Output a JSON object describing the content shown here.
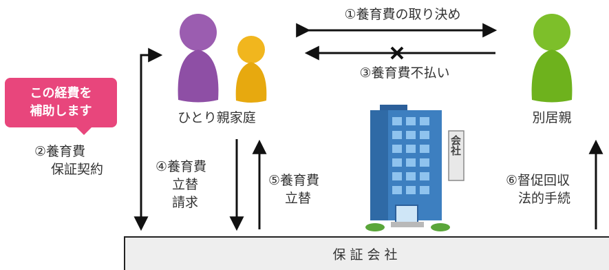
{
  "callout": {
    "line1": "この経費を",
    "line2": "補助します"
  },
  "parties": {
    "single_parent": "ひとり親家庭",
    "other_parent": "別居親",
    "guarantor": "保証会社"
  },
  "agreements": {
    "decide": "①養育費の取り決め",
    "nonpayment": "③養育費不払い"
  },
  "flows": {
    "contract": {
      "line1": "②養育費",
      "line2": "保証契約"
    },
    "request": {
      "line1": "④養育費",
      "line2": "立替",
      "line3": "請求"
    },
    "advance": {
      "line1": "⑤養育費",
      "line2": "立替"
    },
    "collection": {
      "line1": "⑥督促回収",
      "line2": "法的手続"
    }
  },
  "building_sign": "会社",
  "colors": {
    "callout": "#e8467c",
    "parent_purple": "#9b5db0",
    "child_orange": "#f1b61e",
    "other_green": "#7dbf2a",
    "building_blue": "#3d7fc0"
  }
}
